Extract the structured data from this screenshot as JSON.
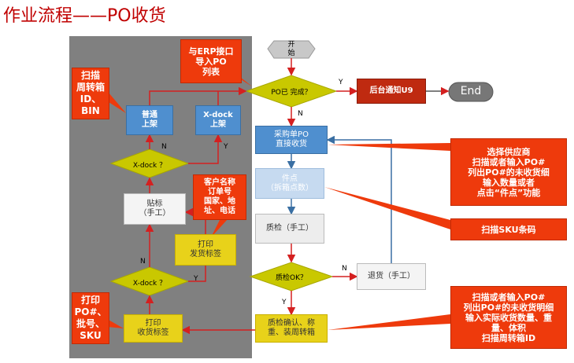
{
  "title": "作业流程——PO收货",
  "nodes": {
    "start": "开\n始",
    "po_done": "PO已 完成？",
    "notify": "后台通知U9",
    "end": "End",
    "purchase": "采购单PO\n直接收货",
    "count": "件点\n（拆箱点数）",
    "qc": "质检（手工）",
    "qc_ok": "质检OK？",
    "return": "退货（手工）",
    "confirm": "质检确认、称\n重、装周转箱",
    "print_recv": "打印\n收货标签",
    "xdock2": "X-dock  ？",
    "print_ship": "打印\n发货标签",
    "label_manual": "贴标\n（手工）",
    "xdock1": "X-dock  ？",
    "normal_shelf": "普通\n上架",
    "xdock_shelf": "X-dock\n上架"
  },
  "edge_labels": {
    "y1": "Y",
    "n1": "N",
    "n2": "N",
    "y2": "Y",
    "n3": "N",
    "y3": "Y",
    "n4": "N",
    "y4": "Y"
  },
  "callouts": {
    "erp": "与ERP接口\n导入PO\n列表",
    "scan_bin": "扫描\n周转箱\nID、\nBIN",
    "customer": "客户名称\n订单号\n国家、地\n址、电话",
    "print_po": "打印\nPO#、\n批号、\nSKU",
    "supplier": "选择供应商\n扫描或者输入PO#\n列出PO#的未收货细\n输入数量或者\n点击“件点”功能",
    "sku": "扫描SKU条码",
    "scan_po": "扫描或者输入PO#\n列出PO#的未收货明细\n输入实际收货数量、重\n量、体积\n扫描周转箱ID"
  },
  "colors": {
    "title": "#c00000",
    "panel": "#808080",
    "callout": "#ee3a0c",
    "decision": "#c9c800",
    "process_blue": "#4f8fcf",
    "line_red": "#d42020"
  }
}
